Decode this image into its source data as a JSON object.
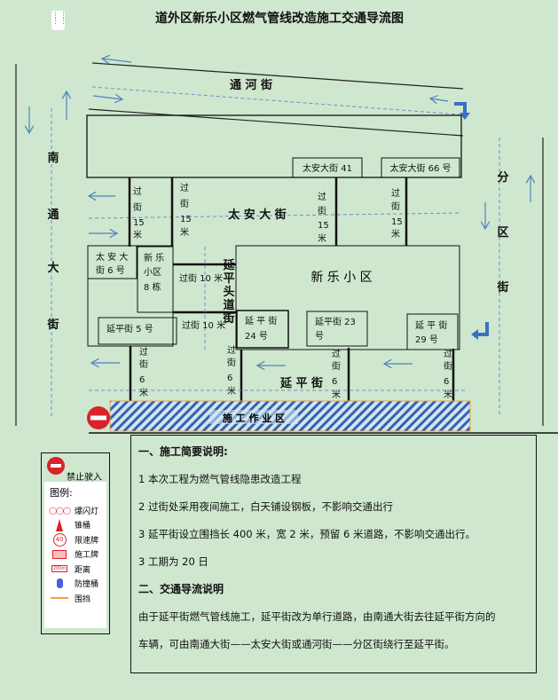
{
  "title": "道外区新乐小区燃气管线改造施工交通导流图",
  "roads": {
    "tonghe": "通 河 街",
    "taian": "太 安 大 街",
    "yanping": "延 平 街",
    "nantong": [
      "南",
      "通",
      "大",
      "街"
    ],
    "fenqu": [
      "分",
      "区",
      "街"
    ],
    "yanping_toudao": [
      "延",
      "平",
      "头",
      "道",
      "街"
    ]
  },
  "buildings": {
    "taian41": "太安大街 41",
    "taian66": "太安大街 66 号",
    "taian6": [
      "太 安 大",
      "街 6 号"
    ],
    "xinle8": [
      "新 乐",
      "小区",
      "8 栋"
    ],
    "xinle": "新   乐   小   区",
    "yanping5": "延平街 5 号",
    "yanping24": [
      "延 平 街",
      "24 号"
    ],
    "yanping23": [
      "延平街 23",
      "号"
    ],
    "yanping29": [
      "延 平 街",
      "29 号"
    ]
  },
  "crossings": {
    "c15": [
      "过",
      "街",
      "15",
      "米"
    ],
    "c10": "过街 10 米",
    "c6": [
      "过",
      "街",
      "6",
      "米"
    ]
  },
  "construction_zone": "施  工 作 业 区",
  "legend": {
    "no_entry": "禁止驶入",
    "title": "图例:",
    "items": [
      {
        "icon": "flash-light-icon",
        "label": "爆闪灯"
      },
      {
        "icon": "traffic-cone-icon",
        "label": "锥桶"
      },
      {
        "icon": "speed-limit-icon",
        "label": "限速牌",
        "value": "40"
      },
      {
        "icon": "construction-sign-icon",
        "label": "施工牌"
      },
      {
        "icon": "distance-sign-icon",
        "label": "距离",
        "value": "200m"
      },
      {
        "icon": "crash-barrel-icon",
        "label": "防撞桶"
      },
      {
        "icon": "fence-icon",
        "label": "围挡"
      }
    ]
  },
  "notes": [
    {
      "text": "一、施工简要说明:",
      "heading": true
    },
    {
      "text": "1 本次工程为燃气管线隐患改造工程"
    },
    {
      "text": "2 过街处采用夜间施工，白天铺设钢板，不影响交通出行"
    },
    {
      "text": "3 延平街设立围挡长 400 米，宽 2 米，预留 6 米道路，不影响交通出行。"
    },
    {
      "text": "3 工期为 20  日"
    },
    {
      "text": "二、交通导流说明",
      "heading": true
    },
    {
      "text": "由于延平街燃气管线施工，延平街改为单行道路，由南通大街去往延平街方向的"
    },
    {
      "text": "车辆，可由南通大街——太安大街或通河街——分区街绕行至延平街。"
    }
  ],
  "colors": {
    "background": "#cfe7cf",
    "arrow": "#4f81bd",
    "turn_arrow": "#3a6fc4",
    "no_entry": "#d8232a",
    "fence": "#f0a040"
  }
}
